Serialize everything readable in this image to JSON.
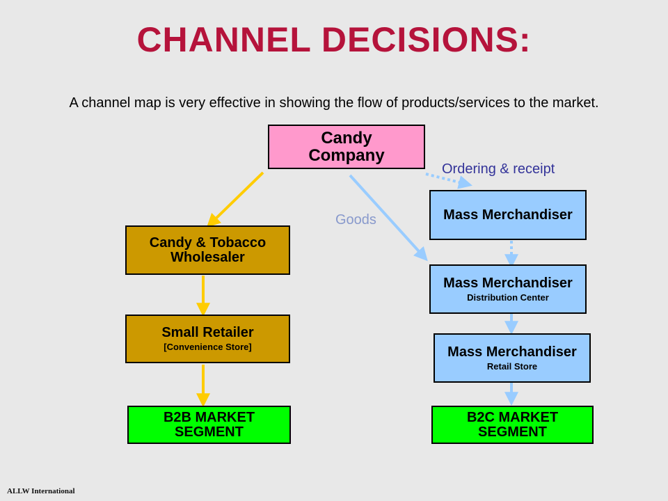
{
  "title": "CHANNEL DECISIONS:",
  "subtitle": "A channel map is very effective in showing the flow of products/services to the market.",
  "nodes": {
    "candy_company": {
      "line1": "Candy",
      "line2": "Company"
    },
    "wholesaler": {
      "line1": "Candy & Tobacco",
      "line2": "Wholesaler"
    },
    "small_retailer": {
      "main": "Small Retailer",
      "sub": "[Convenience Store]"
    },
    "b2b": {
      "line1": "B2B MARKET",
      "line2": "SEGMENT"
    },
    "mass_merch": {
      "main": "Mass Merchandiser"
    },
    "mass_merch_dc": {
      "main": "Mass Merchandiser",
      "sub": "Distribution Center"
    },
    "mass_merch_rs": {
      "main": "Mass Merchandiser",
      "sub": "Retail Store"
    },
    "b2c": {
      "line1": "B2C MARKET",
      "line2": "SEGMENT"
    }
  },
  "labels": {
    "ordering": "Ordering & receipt",
    "goods": "Goods"
  },
  "footer": "ALLW International",
  "colors": {
    "title": "#b5133b",
    "pink": "#ff99cc",
    "gold": "#cc9900",
    "blue": "#99ccff",
    "green": "#00ff00",
    "arrow_yellow": "#ffcc00",
    "arrow_blue": "#99ccff",
    "label_navy": "#333399",
    "label_goods": "#8899cc"
  }
}
